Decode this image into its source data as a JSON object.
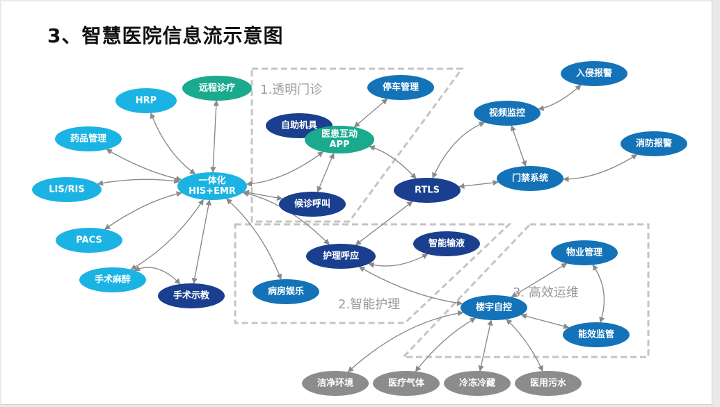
{
  "title": "3、智慧医院信息流示意图",
  "regions": [
    {
      "id": "r1",
      "label": "1.透明门诊"
    },
    {
      "id": "r2",
      "label": "2.智能护理"
    },
    {
      "id": "r3",
      "label": "3. 高效运维"
    }
  ],
  "nodes": [
    {
      "id": "hub",
      "lines": [
        "一体化",
        "HIS+EMR"
      ],
      "color": "#1bb3e3"
    },
    {
      "id": "hrp",
      "lines": [
        "HRP"
      ],
      "color": "#1bb3e3"
    },
    {
      "id": "remote",
      "lines": [
        "远程诊疗"
      ],
      "color": "#1aaa8e"
    },
    {
      "id": "drug",
      "lines": [
        "药品管理"
      ],
      "color": "#1bb3e3"
    },
    {
      "id": "lis",
      "lines": [
        "LIS/RIS"
      ],
      "color": "#1bb3e3"
    },
    {
      "id": "pacs",
      "lines": [
        "PACS"
      ],
      "color": "#1bb3e3"
    },
    {
      "id": "anes",
      "lines": [
        "手术麻醉"
      ],
      "color": "#1bb3e3"
    },
    {
      "id": "teach",
      "lines": [
        "手术示教"
      ],
      "color": "#1a3f8f"
    },
    {
      "id": "kiosk",
      "lines": [
        "自助机具"
      ],
      "color": "#1a3f8f"
    },
    {
      "id": "app",
      "lines": [
        "医患互动",
        "APP"
      ],
      "color": "#1aaa8e"
    },
    {
      "id": "parking",
      "lines": [
        "停车管理"
      ],
      "color": "#1473b8"
    },
    {
      "id": "queue",
      "lines": [
        "候诊呼叫"
      ],
      "color": "#1a3f8f"
    },
    {
      "id": "rtls",
      "lines": [
        "RTLS"
      ],
      "color": "#1a3f8f"
    },
    {
      "id": "video",
      "lines": [
        "视频监控"
      ],
      "color": "#1473b8"
    },
    {
      "id": "intrusion",
      "lines": [
        "入侵报警"
      ],
      "color": "#1473b8"
    },
    {
      "id": "fire",
      "lines": [
        "消防报警"
      ],
      "color": "#1473b8"
    },
    {
      "id": "access",
      "lines": [
        "门禁系统"
      ],
      "color": "#1473b8"
    },
    {
      "id": "nurse",
      "lines": [
        "护理呼应"
      ],
      "color": "#1a3f8f"
    },
    {
      "id": "infusion",
      "lines": [
        "智能输液"
      ],
      "color": "#1a3f8f"
    },
    {
      "id": "ward",
      "lines": [
        "病房娱乐"
      ],
      "color": "#1473b8"
    },
    {
      "id": "property",
      "lines": [
        "物业管理"
      ],
      "color": "#1473b8"
    },
    {
      "id": "building",
      "lines": [
        "楼宇自控"
      ],
      "color": "#1473b8"
    },
    {
      "id": "energy",
      "lines": [
        "能效监管"
      ],
      "color": "#1473b8"
    },
    {
      "id": "clean",
      "lines": [
        "洁净环境"
      ],
      "color": "#8c8c8c"
    },
    {
      "id": "gas",
      "lines": [
        "医疗气体"
      ],
      "color": "#8c8c8c"
    },
    {
      "id": "cold",
      "lines": [
        "冷冻冷藏"
      ],
      "color": "#8c8c8c"
    },
    {
      "id": "sewage",
      "lines": [
        "医用污水"
      ],
      "color": "#8c8c8c"
    }
  ],
  "edges": [
    [
      "hub",
      "hrp"
    ],
    [
      "hub",
      "remote"
    ],
    [
      "hub",
      "drug"
    ],
    [
      "hub",
      "lis"
    ],
    [
      "hub",
      "pacs"
    ],
    [
      "hub",
      "anes"
    ],
    [
      "hub",
      "teach"
    ],
    [
      "hub",
      "app"
    ],
    [
      "hub",
      "queue"
    ],
    [
      "hub",
      "nurse"
    ],
    [
      "hub",
      "ward"
    ],
    [
      "anes",
      "teach"
    ],
    [
      "app",
      "parking"
    ],
    [
      "app",
      "queue"
    ],
    [
      "app",
      "rtls"
    ],
    [
      "rtls",
      "video"
    ],
    [
      "rtls",
      "access"
    ],
    [
      "rtls",
      "nurse"
    ],
    [
      "video",
      "intrusion"
    ],
    [
      "video",
      "access"
    ],
    [
      "access",
      "fire"
    ],
    [
      "nurse",
      "infusion"
    ],
    [
      "nurse",
      "building"
    ],
    [
      "building",
      "property"
    ],
    [
      "building",
      "energy"
    ],
    [
      "property",
      "energy"
    ],
    [
      "building",
      "clean"
    ],
    [
      "building",
      "gas"
    ],
    [
      "building",
      "cold"
    ],
    [
      "building",
      "sewage"
    ]
  ]
}
